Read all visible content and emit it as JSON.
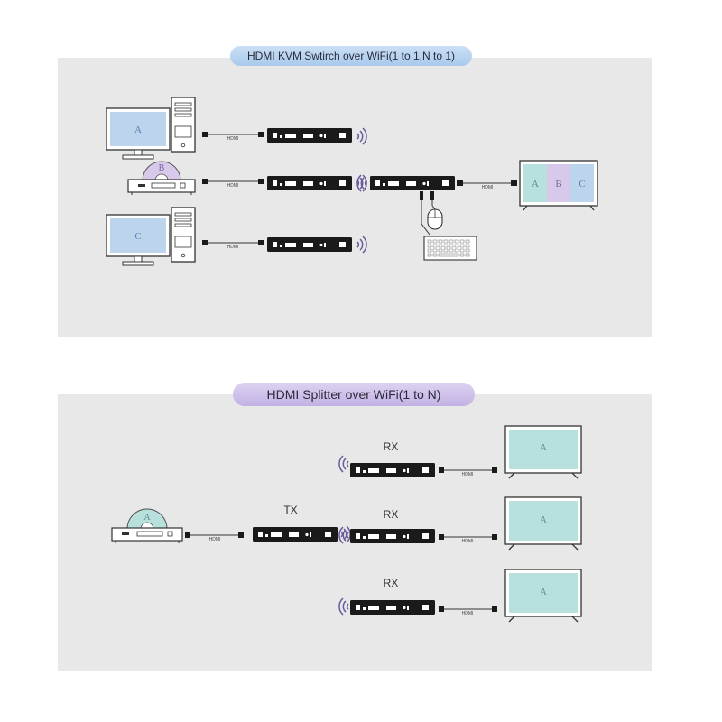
{
  "kvm": {
    "title": "HDMI KVM Swtirch over WiFi(1 to 1,N to 1)",
    "sources": [
      "A",
      "B",
      "C"
    ],
    "cable_label": "HDMI",
    "display_segments": [
      "A",
      "B",
      "C"
    ]
  },
  "splitter": {
    "title": "HDMI Splitter over WiFi(1 to N)",
    "source": "A",
    "tx_label": "TX",
    "rx_label": "RX",
    "cable_label": "HDMI",
    "tv_label": "A"
  },
  "colors": {
    "panel": "#e8e8e8",
    "screen_blue": "#bcd4ec",
    "screen_teal": "#b8e1dd",
    "segment_b": "#d8c8ea",
    "device_black": "#1a1a1a",
    "wifi_purple": "#6a5a9a"
  }
}
